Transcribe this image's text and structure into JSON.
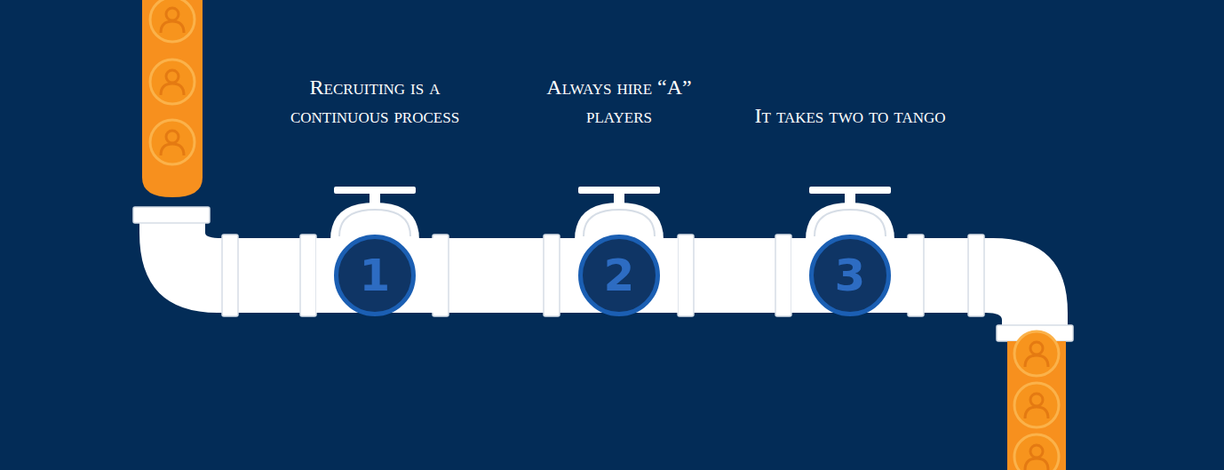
{
  "diagram": {
    "nodes": [
      {
        "text": [
          "1",
          "Recruiting is a continuous process"
        ]
      },
      {
        "text": [
          "2",
          "Always hire “A” players"
        ]
      },
      {
        "text": [
          "3",
          "It takes two to tango"
        ]
      }
    ],
    "edges": [
      {
        "from": 0,
        "to": 1,
        "arrow": "none"
      },
      {
        "from": 1,
        "to": 2,
        "arrow": "none"
      }
    ]
  }
}
